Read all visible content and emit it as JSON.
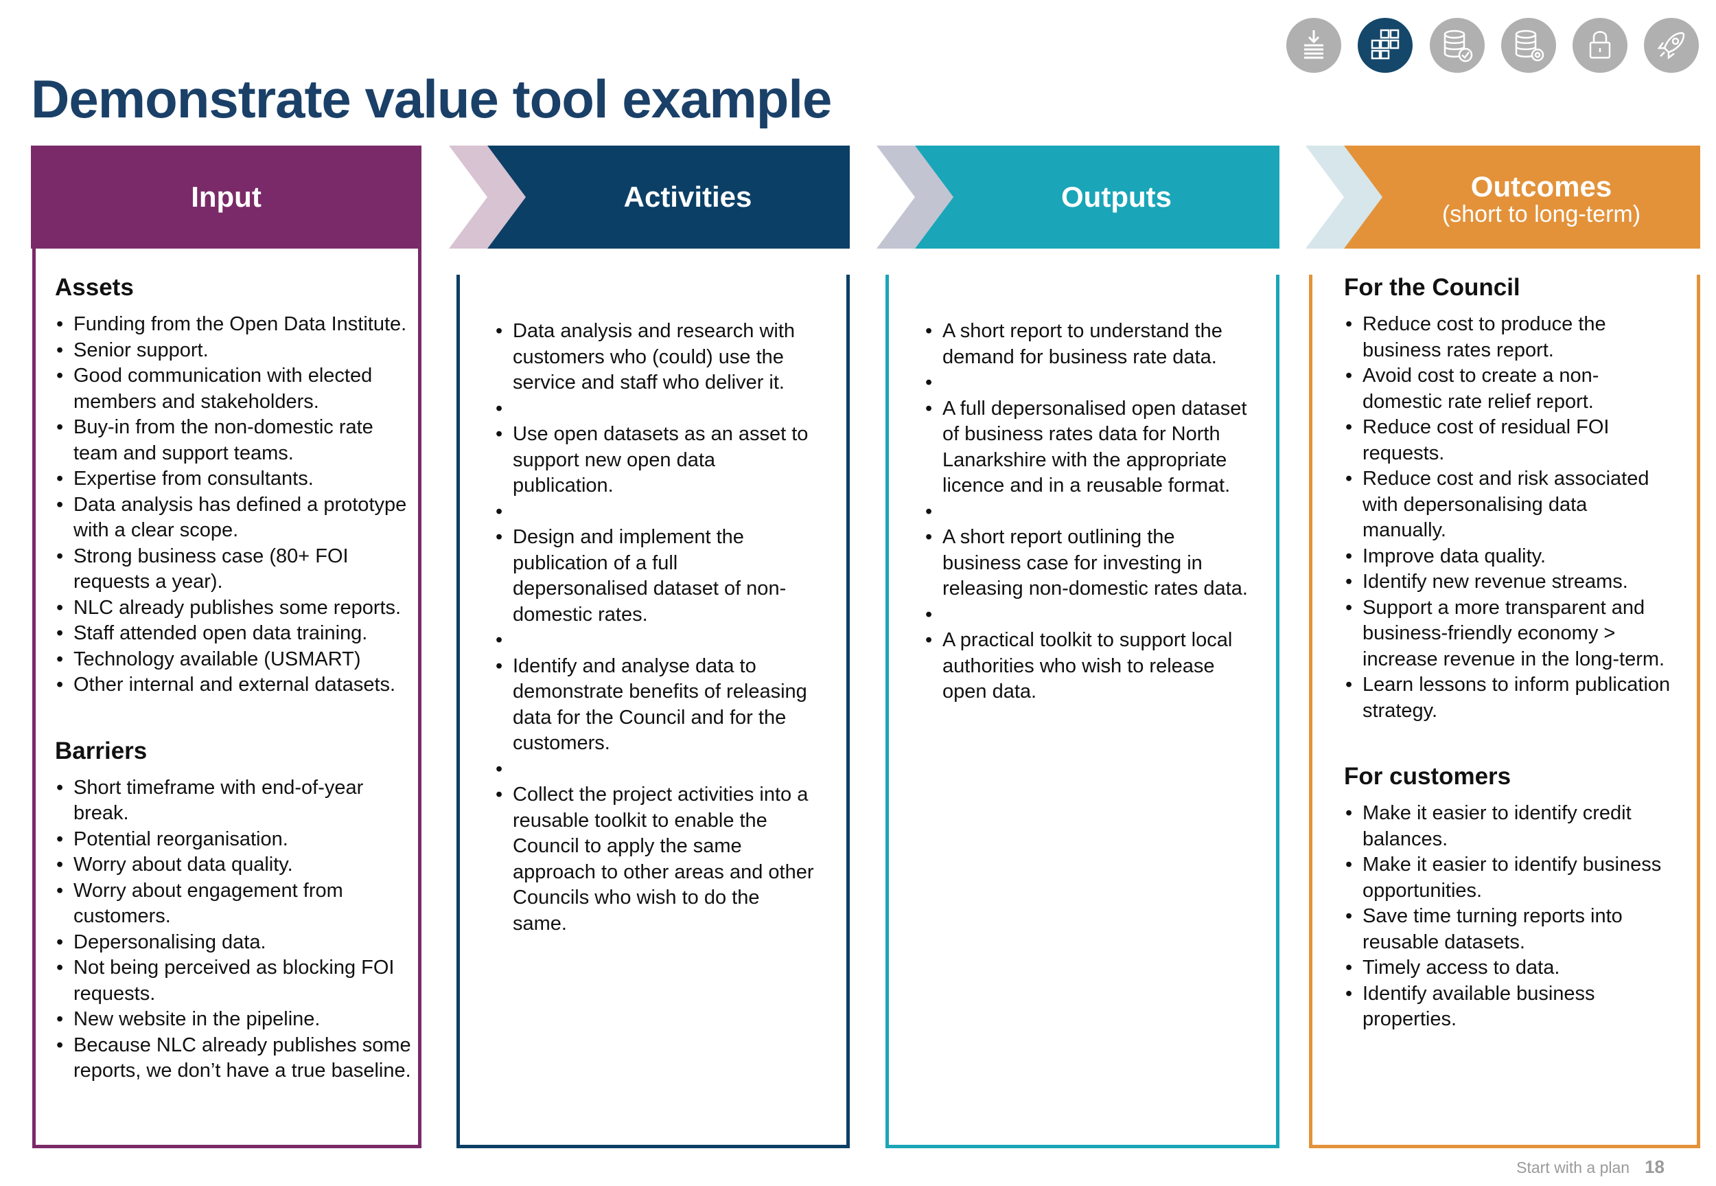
{
  "title": "Demonstrate value tool example",
  "nav_icons": [
    "download-list-icon",
    "grid-blocks-icon",
    "database-check-icon",
    "database-gear-icon",
    "padlock-icon",
    "rocket-icon"
  ],
  "colors": {
    "input": "#7a2a68",
    "activities": "#0b3f66",
    "outputs": "#1aa5b8",
    "outcomes": "#e3923a",
    "title": "#1a4068"
  },
  "columns": {
    "input": {
      "heading": "Input",
      "sections": [
        {
          "title": "Assets",
          "items": [
            "Funding from the Open Data Institute.",
            "Senior support.",
            "Good communication with elected members and stakeholders.",
            "Buy-in from the non-domestic rate team and support teams.",
            "Expertise from consultants.",
            "Data analysis has defined a prototype with a clear scope.",
            "Strong business case (80+ FOI requests a year).",
            "NLC already publishes some reports.",
            "Staff attended open data training.",
            "Technology available (USMART)",
            "Other internal and external datasets."
          ]
        },
        {
          "title": "Barriers",
          "items": [
            "Short timeframe with end-of-year break.",
            "Potential reorganisation.",
            "Worry about data quality.",
            "Worry about engagement from customers.",
            "Depersonalising data.",
            "Not being perceived as blocking FOI requests.",
            "New website in the pipeline.",
            "Because NLC already publishes some reports, we don’t have a true baseline."
          ]
        }
      ]
    },
    "activities": {
      "heading": "Activities",
      "items": [
        "Data analysis and research with customers who (could) use the service and staff who deliver it.",
        "Use open datasets as an asset to support new open data publication.",
        "Design and implement the publication of a full depersonalised dataset of non-domestic rates.",
        "Identify and analyse data to demonstrate benefits of releasing data for the Council and for the customers.",
        "Collect the project activities into a reusable toolkit to enable the Council to apply the same approach to other areas and other Councils who wish to do the same."
      ]
    },
    "outputs": {
      "heading": "Outputs",
      "items": [
        "A short report to understand the demand for business rate data.",
        "A full depersonalised open dataset of business rates data for North Lanarkshire with the appropriate licence and in a reusable format.",
        "A short report outlining the business case for investing in releasing non-domestic rates data.",
        "A practical toolkit to support local authorities who wish to release open data."
      ]
    },
    "outcomes": {
      "heading": "Outcomes",
      "subheading": "(short to long-term)",
      "sections": [
        {
          "title": "For the Council",
          "items": [
            "Reduce cost to produce the business rates report.",
            "Avoid cost to create a non-domestic rate relief report.",
            "Reduce cost of residual FOI requests.",
            "Reduce cost and risk associated with depersonalising data manually.",
            "Improve data quality.",
            "Identify new revenue streams.",
            "Support a more transparent and business-friendly economy > increase revenue in the long-term.",
            "Learn lessons to inform publication strategy."
          ]
        },
        {
          "title": "For customers",
          "items": [
            "Make it easier to identify credit balances.",
            "Make it easier to identify business opportunities.",
            "Save time turning reports into reusable datasets.",
            "Timely access to data.",
            "Identify available business properties."
          ]
        }
      ]
    }
  },
  "footer": {
    "label": "Start with a plan",
    "page_number": "18"
  }
}
